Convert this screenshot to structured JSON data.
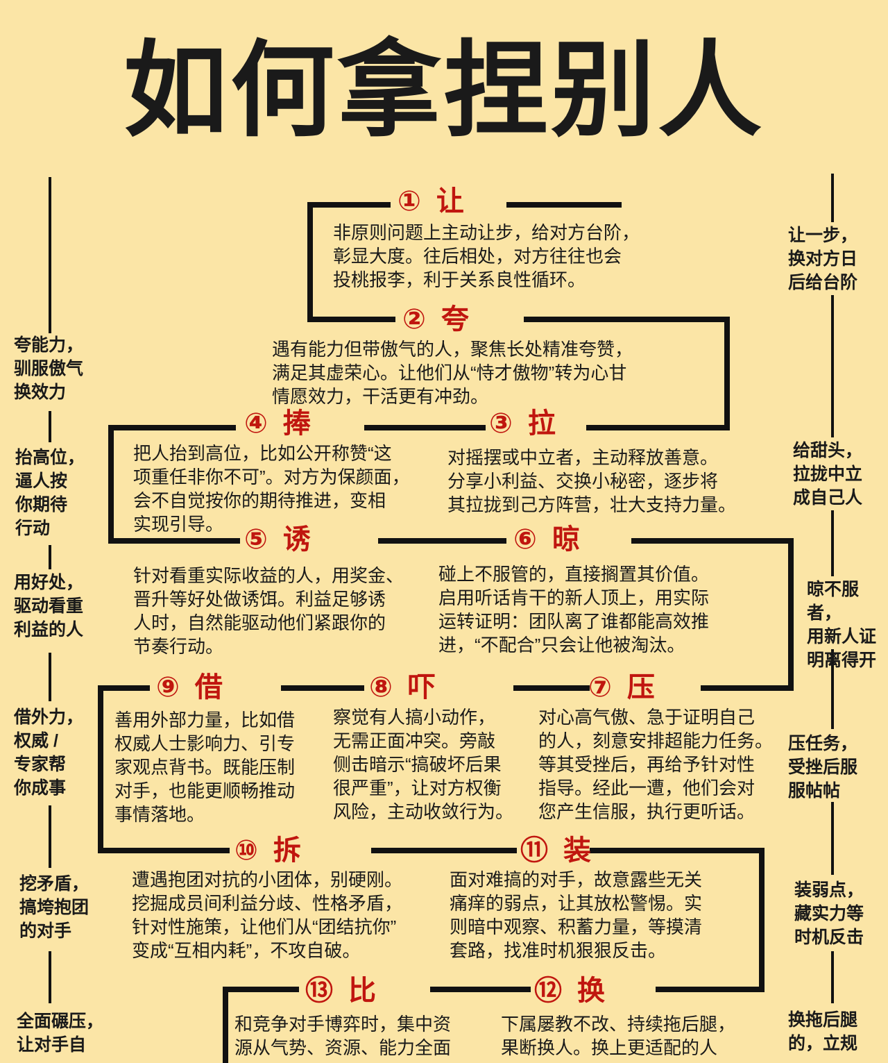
{
  "title": "如何拿捏别人",
  "steps": [
    {
      "num": "①",
      "name": "让",
      "text": "非原则问题上主动让步，给对方台阶，\n彰显大度。往后相处，对方往往也会\n投桃报李，利于关系良性循环。"
    },
    {
      "num": "②",
      "name": "夸",
      "text": "遇有能力但带傲气的人，聚焦长处精准夸赞，\n满足其虚荣心。让他们从“恃才傲物”转为心甘\n情愿效力，干活更有冲劲。"
    },
    {
      "num": "③",
      "name": "拉",
      "text": "对摇摆或中立者，主动释放善意。\n分享小利益、交换小秘密，逐步将\n其拉拢到己方阵营，壮大支持力量。"
    },
    {
      "num": "④",
      "name": "捧",
      "text": "把人抬到高位，比如公开称赞“这\n项重任非你不可”。对方为保颜面，\n会不自觉按你的期待推进，变相\n实现引导。"
    },
    {
      "num": "⑤",
      "name": "诱",
      "text": "针对看重实际收益的人，用奖金、\n晋升等好处做诱饵。利益足够诱\n人时，自然能驱动他们紧跟你的\n节奏行动。"
    },
    {
      "num": "⑥",
      "name": "晾",
      "text": "碰上不服管的，直接搁置其价值。\n启用听话肯干的新人顶上，用实际\n运转证明：团队离了谁都能高效推\n进，“不配合”只会让他被淘汰。"
    },
    {
      "num": "⑦",
      "name": "压",
      "text": "对心高气傲、急于证明自己\n的人，刻意安排超能力任务。\n等其受挫后，再给予针对性\n指导。经此一遭，他们会对\n您产生信服，执行更听话。"
    },
    {
      "num": "⑧",
      "name": "吓",
      "text": "察觉有人搞小动作，\n无需正面冲突。旁敲\n侧击暗示“搞破坏后果\n很严重”，让对方权衡\n风险，主动收敛行为。"
    },
    {
      "num": "⑨",
      "name": "借",
      "text": "善用外部力量，比如借\n权威人士影响力、引专\n家观点背书。既能压制\n对手，也能更顺畅推动\n事情落地。"
    },
    {
      "num": "⑩",
      "name": "拆",
      "text": "遭遇抱团对抗的小团体，别硬刚。\n挖掘成员间利益分歧、性格矛盾，\n针对性施策，让他们从“团结抗你”\n变成“互相内耗”，不攻自破。"
    },
    {
      "num": "⑪",
      "name": "装",
      "text": "面对难搞的对手，故意露些无关\n痛痒的弱点，让其放松警惕。实\n则暗中观察、积蓄力量，等摸清\n套路，找准时机狠狠反击。"
    },
    {
      "num": "⑫",
      "name": "换",
      "text": "下属屡教不改、持续拖后腿，\n果断换人。换上更适配的人"
    },
    {
      "num": "⑬",
      "name": "比",
      "text": "和竞争对手博弈时，集中资\n源从气势、资源、能力全面"
    }
  ],
  "left_notes": [
    "夸能力，\n驯服傲气\n换效力",
    "抬高位，\n逼人按\n你期待\n行动",
    "用好处，\n驱动看重\n利益的人",
    "借外力，\n权威 /\n专家帮\n你成事",
    "挖矛盾，\n搞垮抱团\n的对手",
    "全面碾压，\n让对手自"
  ],
  "right_notes": [
    "让一步，\n换对方日\n后给台阶",
    "给甜头，\n拉拢中立\n成自己人",
    "晾不服者，\n用新人证\n明离得开",
    "压任务，\n受挫后服\n服帖帖",
    "装弱点，\n藏实力等\n时机反击",
    "换拖后腿\n的，立规"
  ],
  "colors": {
    "background": "#fbe5a6",
    "accent": "#c0160f",
    "line": "#111111"
  }
}
